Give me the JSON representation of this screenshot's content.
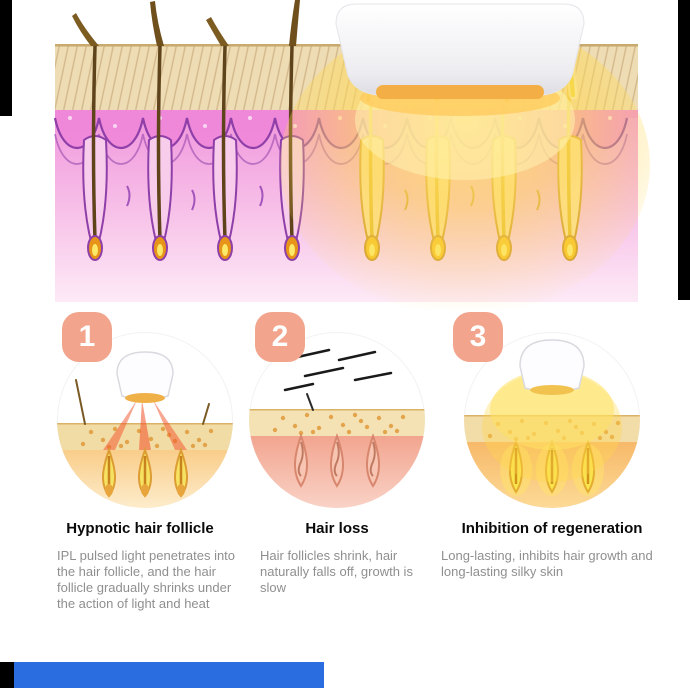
{
  "steps": [
    {
      "number": "1",
      "title": "Hypnotic hair follicle",
      "description": "IPL pulsed light penetrates into the hair follicle, and the hair follicle gradually shrinks under the action of light and heat"
    },
    {
      "number": "2",
      "title": "Hair loss",
      "description": "Hair follicles shrink, hair naturally falls off, growth is slow"
    },
    {
      "number": "3",
      "title": "Inhibition of regeneration",
      "description": "Long-lasting, inhibits hair growth and long-lasting silky skin"
    }
  ],
  "colors": {
    "badge": "#f2a48c",
    "title_text": "#0a0a0a",
    "body_text": "#8f8f8f",
    "bottom_bar_blue": "#2a6de0",
    "edge_bar_black": "#000000",
    "skin_tan": "#eedcb4",
    "skin_pink": "#f093dc",
    "follicle_purple": "#8e3fa8",
    "glow_yellow": "#ffd84a"
  }
}
